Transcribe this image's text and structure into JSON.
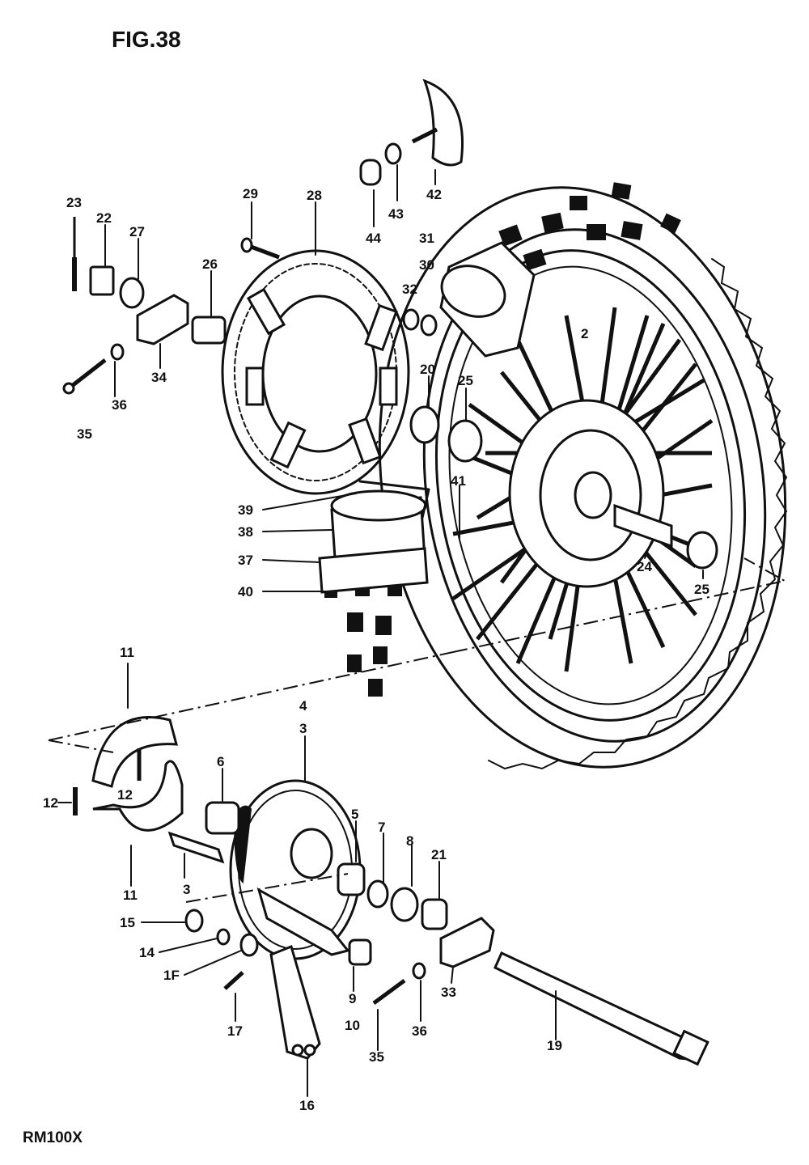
{
  "figure_title": "FIG.38",
  "model_code": "RM100X",
  "callouts": [
    {
      "id": "23",
      "text": "23"
    },
    {
      "id": "22",
      "text": "22"
    },
    {
      "id": "27",
      "text": "27"
    },
    {
      "id": "26",
      "text": "26"
    },
    {
      "id": "29",
      "text": "29"
    },
    {
      "id": "28",
      "text": "28"
    },
    {
      "id": "44",
      "text": "44"
    },
    {
      "id": "43",
      "text": "43"
    },
    {
      "id": "42",
      "text": "42"
    },
    {
      "id": "31",
      "text": "31"
    },
    {
      "id": "30",
      "text": "30"
    },
    {
      "id": "32",
      "text": "32"
    },
    {
      "id": "34",
      "text": "34"
    },
    {
      "id": "35a",
      "text": "35"
    },
    {
      "id": "36a",
      "text": "36"
    },
    {
      "id": "20",
      "text": "20"
    },
    {
      "id": "25a",
      "text": "25"
    },
    {
      "id": "2",
      "text": "2"
    },
    {
      "id": "41",
      "text": "41"
    },
    {
      "id": "39",
      "text": "39"
    },
    {
      "id": "38",
      "text": "38"
    },
    {
      "id": "37",
      "text": "37"
    },
    {
      "id": "40",
      "text": "40"
    },
    {
      "id": "24",
      "text": "24"
    },
    {
      "id": "25b",
      "text": "25"
    },
    {
      "id": "11a",
      "text": "11"
    },
    {
      "id": "4",
      "text": "4"
    },
    {
      "id": "3a",
      "text": "3"
    },
    {
      "id": "12a",
      "text": "12"
    },
    {
      "id": "12b",
      "text": "12"
    },
    {
      "id": "6",
      "text": "6"
    },
    {
      "id": "11b",
      "text": "11"
    },
    {
      "id": "3b",
      "text": "3"
    },
    {
      "id": "5",
      "text": "5"
    },
    {
      "id": "7",
      "text": "7"
    },
    {
      "id": "8",
      "text": "8"
    },
    {
      "id": "21",
      "text": "21"
    },
    {
      "id": "15",
      "text": "15"
    },
    {
      "id": "14",
      "text": "14"
    },
    {
      "id": "1f",
      "text": "1F"
    },
    {
      "id": "17",
      "text": "17"
    },
    {
      "id": "9",
      "text": "9"
    },
    {
      "id": "10",
      "text": "10"
    },
    {
      "id": "35b",
      "text": "35"
    },
    {
      "id": "36b",
      "text": "36"
    },
    {
      "id": "33",
      "text": "33"
    },
    {
      "id": "19",
      "text": "19"
    },
    {
      "id": "16",
      "text": "16"
    }
  ]
}
